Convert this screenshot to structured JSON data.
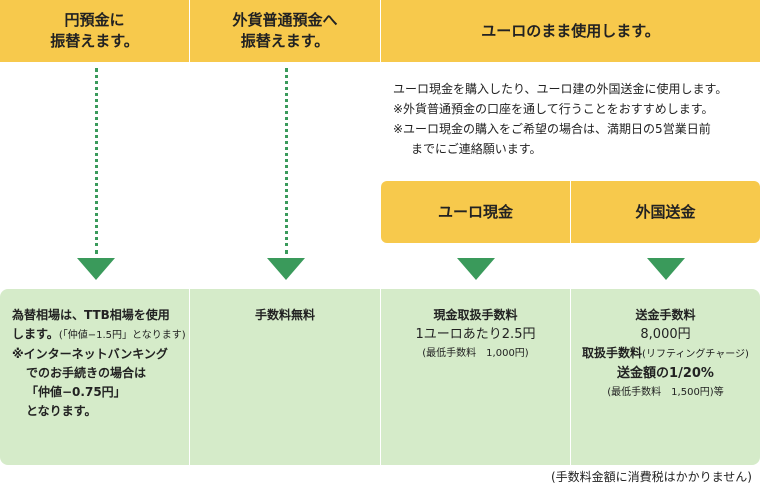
{
  "headers": {
    "yen": [
      "円預金に",
      "振替えます。"
    ],
    "fc": [
      "外貨普通預金へ",
      "振替えます。"
    ],
    "euro": "ユーロのまま使用します。"
  },
  "notes": [
    "ユーロ現金を購入したり、ユーロ建の外国送金に使用します。",
    "※外貨普通預金の口座を通して行うことをおすすめします。",
    "※ユーロ現金の購入をご希望の場合は、満期日の5営業日前",
    "までにご連絡願います。"
  ],
  "subheaders": {
    "cash": "ユーロ現金",
    "remit": "外国送金"
  },
  "col1": {
    "line1": "為替相場は、TTB相場を使用",
    "line2a": "します。",
    "line2b": "(「仲値−1.5円」となります)",
    "line3": "※インターネットバンキング",
    "line4": "でのお手続きの場合は",
    "line5": "「仲値−0.75円」",
    "line6": "となります。"
  },
  "col2": {
    "line1": "手数料無料"
  },
  "col3": {
    "line1": "現金取扱手数料",
    "line2": "1ユーロあたり2.5円",
    "line3": "(最低手数料　1,000円)"
  },
  "col4": {
    "line1": "送金手数料",
    "line2": "8,000円",
    "line3a": "取扱手数料",
    "line3b": "(リフティングチャージ)",
    "line4": "送金額の1/20%",
    "line5": "(最低手数料　1,500円)等"
  },
  "footer": "(手数料金額に消費税はかかりません)",
  "colors": {
    "header": "#f7c94c",
    "panel": "#d5ebc9",
    "arrow": "#3a9a5b"
  }
}
